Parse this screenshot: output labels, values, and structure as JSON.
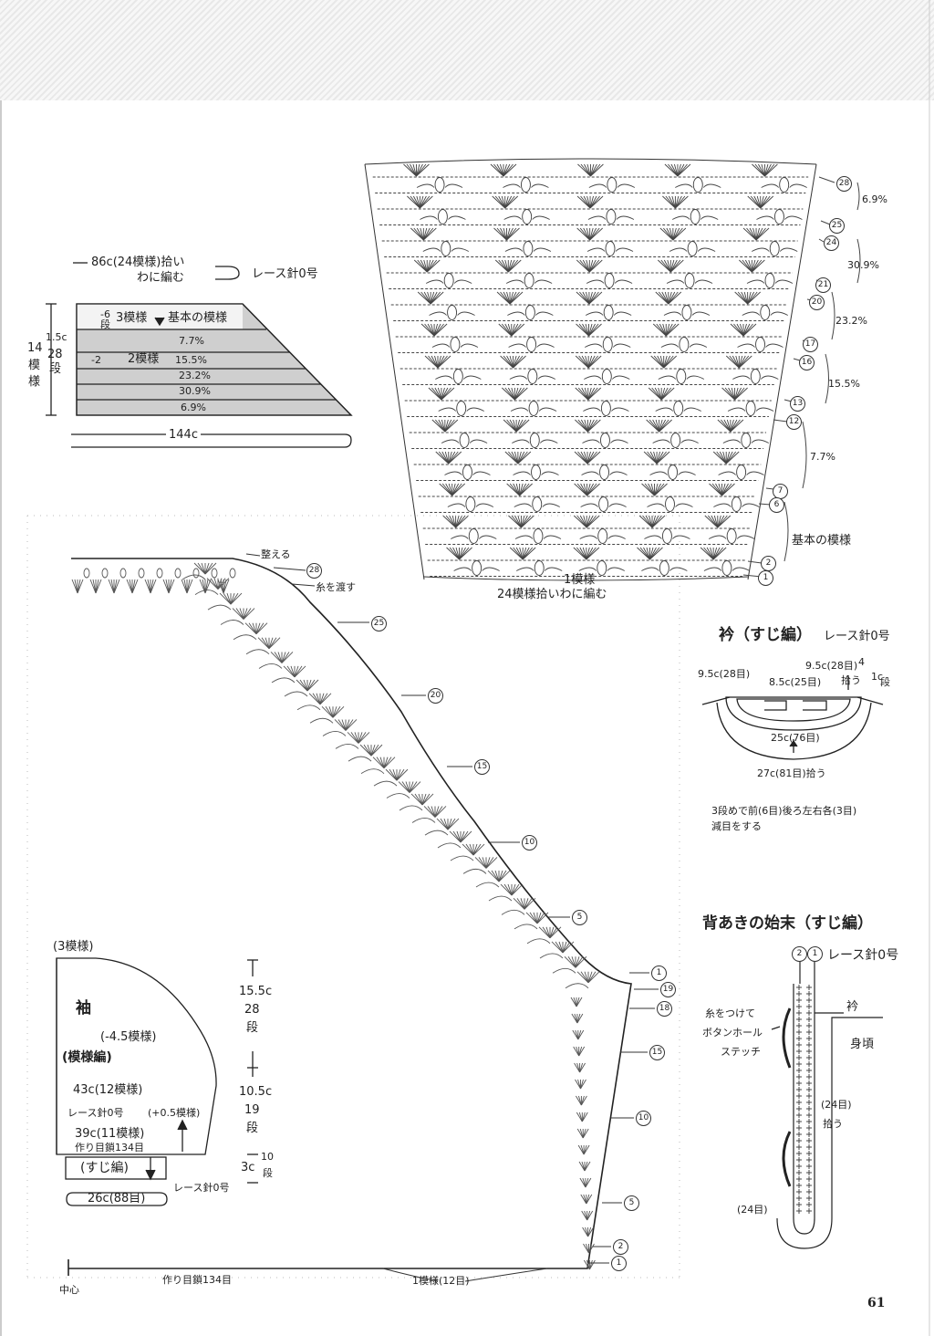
{
  "page_number": "61",
  "top_diagram": {
    "pickup_label_line1": "86c(24模様)拾い",
    "pickup_label_line2": "わに編む",
    "hook_label": "レース針0号",
    "rows_top": "1.5c",
    "rows_28": "28",
    "rows_dan": "段",
    "motif_14": "14",
    "motif_mo": "模",
    "motif_you": "様",
    "band_dec6": "-6",
    "band_dan": "段",
    "band_3moyou": "3模様",
    "band_basic": "基本の模様",
    "band_77": "7.7%",
    "band_x2": "-2",
    "band_2moyou": "2模様",
    "band_155": "15.5%",
    "band_232": "23.2%",
    "band_309": "30.9%",
    "band_69": "6.9%",
    "bottom_width": "144c"
  },
  "chart": {
    "pct_69": "6.9%",
    "pct_309": "30.9%",
    "pct_232": "23.2%",
    "pct_155": "15.5%",
    "pct_77": "7.7%",
    "basic_pattern": "基本の模様",
    "one_motif": "1模様",
    "pickup_round": "24模様拾いわに編む",
    "row_28": "28",
    "row_25": "25",
    "row_24": "24",
    "row_21": "21",
    "row_20": "20",
    "row_17": "17",
    "row_16": "16",
    "row_13": "13",
    "row_12": "12",
    "row_7": "7",
    "row_6": "6",
    "row_2": "2",
    "row_1": "1"
  },
  "collar": {
    "title": "衿（すじ編）",
    "hook": "レース針0号",
    "left_width": "9.5c(28目)",
    "right_width": "9.5c(28目)",
    "center_small": "8.5c(25目)",
    "pick": "拾う",
    "frac_num": "4",
    "one_c": "1c",
    "one_dan": "段",
    "center_width": "25c(76目)",
    "outer_width": "27c(81目)拾う",
    "note_line1": "3段めで前(6目)後ろ左右各(3目)",
    "note_line2": "減目をする"
  },
  "back_opening": {
    "title": "背あきの始末（すじ編）",
    "row2": "2",
    "row1": "1",
    "hook": "レース針0号",
    "collar_label": "衿",
    "body_label": "身頃",
    "button_line1": "糸をつけて",
    "button_line2": "ボタンホール",
    "button_line3": "ステッチ",
    "pick24": "(24目)",
    "pick_label": "拾う",
    "bottom24": "(24目)"
  },
  "body_chart": {
    "align_label": "整える",
    "thread_label": "糸を渡す",
    "row_28": "28",
    "row_25": "25",
    "row_20": "20",
    "row_15": "15",
    "row_10": "10",
    "row_5": "5",
    "row_1_top": "1",
    "row_19": "19",
    "row_18": "18",
    "row_15b": "15",
    "row_10b": "10",
    "row_5b": "5",
    "row_2": "2",
    "row_1": "1",
    "center": "中心",
    "chain_start": "作り目鎖134目",
    "one_motif_12": "1模様(12目)"
  },
  "sleeve": {
    "three_motif": "(3模様)",
    "title": "袖",
    "dec": "(-4.5模様)",
    "pattern": "(模様編)",
    "width_43": "43c(12模様)",
    "hook": "レース針0号",
    "inc": "(+0.5模様)",
    "width_39": "39c(11模様)",
    "chain": "作り目鎖134目",
    "suji": "(すじ編)",
    "hook2": "レース針0号",
    "width_26": "26c(88目)",
    "h1": "15.5c",
    "h1_rows": "28",
    "h1_dan": "段",
    "h2": "10.5c",
    "h2_rows": "19",
    "h2_dan": "段",
    "h3": "3c",
    "h3_rows": "10",
    "h3_dan": "段"
  }
}
